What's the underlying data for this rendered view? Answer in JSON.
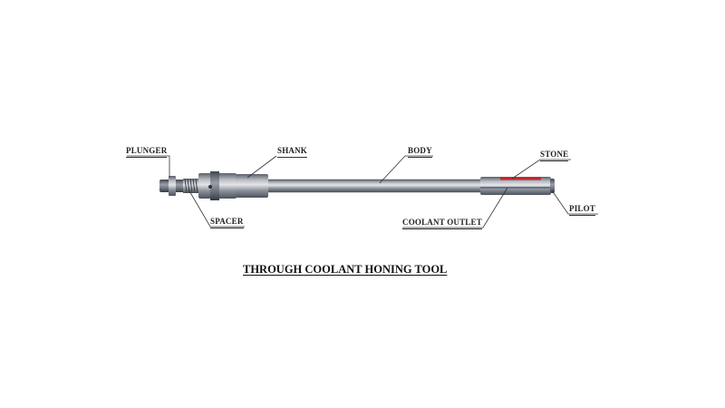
{
  "diagram": {
    "title": "THROUGH COOLANT HONING TOOL",
    "labels": {
      "plunger": "PLUNGER",
      "shank": "SHANK",
      "body": "BODY",
      "stone": "STONE",
      "spacer": "SPACER",
      "coolant_outlet": "COOLANT OUTLET",
      "pilot": "PILOT"
    },
    "colors": {
      "metal_dark": "#5c626d",
      "metal_mid": "#8d939c",
      "metal_light": "#c9ccd1",
      "stone_red": "#c0272d"
    }
  }
}
